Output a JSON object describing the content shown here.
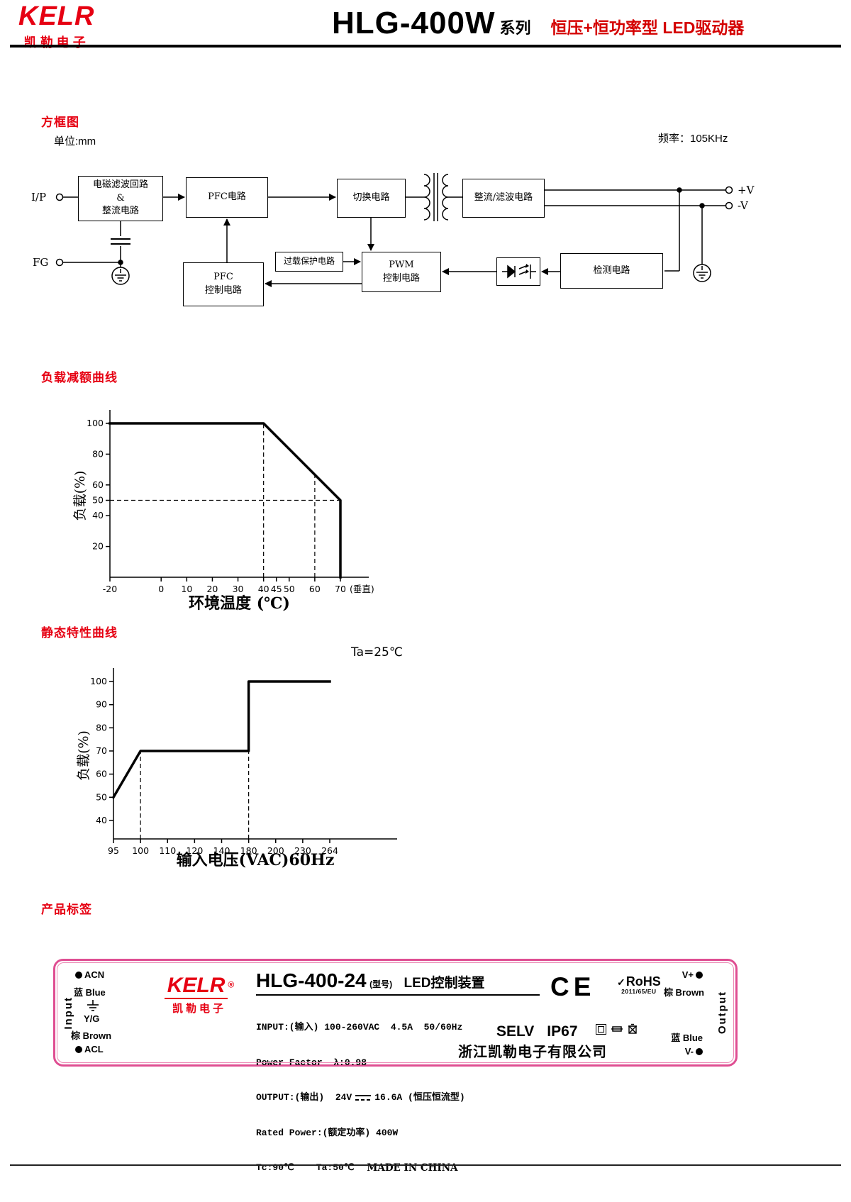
{
  "header": {
    "logo": "KELR",
    "logo_sub": "凯勒电子",
    "model": "HLG-400W",
    "series": "系列",
    "subtitle": "恒压+恒功率型 LED驱动器"
  },
  "diagram": {
    "section_title": "方框图",
    "unit": "单位:mm",
    "frequency": "频率：105KHz",
    "terminals": {
      "ip": "I/P",
      "fg": "FG",
      "vplus": "+V",
      "vminus": "-V"
    },
    "boxes": {
      "emi": "电磁滤波回路\n&\n整流电路",
      "pfc": "PFC电路",
      "switching": "切换电路",
      "rectifier": "整流/滤波电路",
      "pfc_ctrl": "PFC\n控制电路",
      "overload": "过载保护电路",
      "pwm": "PWM\n控制电路",
      "detect": "检测电路"
    }
  },
  "chart_data": [
    {
      "type": "line",
      "title": "负载减额曲线",
      "xlabel": "环境温度 (℃)",
      "ylabel": "负载(%)",
      "x_scale": "linear",
      "x_ticks": [
        -20,
        0,
        10,
        20,
        30,
        40,
        45,
        50,
        60,
        70
      ],
      "x_note": "(垂直)",
      "y_ticks": [
        20,
        40,
        50,
        60,
        80,
        100
      ],
      "ylim": [
        0,
        106
      ],
      "series": [
        {
          "name": "负载",
          "points": [
            [
              -20,
              100
            ],
            [
              40,
              100
            ],
            [
              70,
              50
            ],
            [
              70,
              0
            ]
          ]
        }
      ],
      "dashed": [
        [
          [
            -20,
            50
          ],
          [
            70,
            50
          ]
        ],
        [
          [
            40,
            0
          ],
          [
            40,
            100
          ]
        ],
        [
          [
            60,
            0
          ],
          [
            60,
            66.7
          ]
        ]
      ]
    },
    {
      "type": "line",
      "title": "静态特性曲线",
      "annotation": "Ta=25℃",
      "xlabel": "输入电压(VAC)60Hz",
      "ylabel": "负载(%)",
      "x_scale": "ticks",
      "x_ticks": [
        95,
        100,
        110,
        120,
        140,
        180,
        200,
        230,
        264
      ],
      "y_ticks": [
        40,
        50,
        60,
        70,
        80,
        90,
        100
      ],
      "ylim": [
        32,
        104
      ],
      "series": [
        {
          "name": "负载",
          "points": [
            [
              95,
              50
            ],
            [
              100,
              70
            ],
            [
              180,
              70
            ],
            [
              180,
              100
            ],
            [
              264,
              100
            ]
          ]
        }
      ],
      "dashed": [
        [
          [
            100,
            32
          ],
          [
            100,
            70
          ]
        ],
        [
          [
            180,
            32
          ],
          [
            180,
            70
          ]
        ]
      ]
    }
  ],
  "label": {
    "section_title": "产品标签",
    "input": {
      "title": "Input",
      "acn": "ACN",
      "blue": "蓝 Blue",
      "yg": "Y/G",
      "brown": "棕 Brown",
      "acl": "ACL"
    },
    "logo": {
      "text": "KELR",
      "reg": "®",
      "sub": "凯勒电子"
    },
    "model": "HLG-400-24",
    "model_note": "(型号)",
    "product": "LED控制装置",
    "spec_input": "INPUT:(输入) 100-260VAC  4.5A  50/60Hz",
    "spec_pf": "Power Factor  λ:0.98",
    "spec_output_pre": "OUTPUT:(输出)  24V",
    "spec_output_post": "16.6A (恒压恒流型)",
    "spec_power": "Rated Power:(额定功率) 400W",
    "spec_temp": "Tc:90℃    Ta:50℃",
    "made_in": "MADE IN CHINA",
    "cert": {
      "ce": "CE",
      "rohs": "RoHS",
      "rohs_check": "✓",
      "rohs_sub": "2011/65/EU",
      "selv": "SELV",
      "ip": "IP67"
    },
    "company": "浙江凯勒电子有限公司",
    "output": {
      "title": "Output",
      "vplus": "V+",
      "brown": "棕 Brown",
      "blue": "蓝 Blue",
      "vminus": "V-"
    }
  }
}
